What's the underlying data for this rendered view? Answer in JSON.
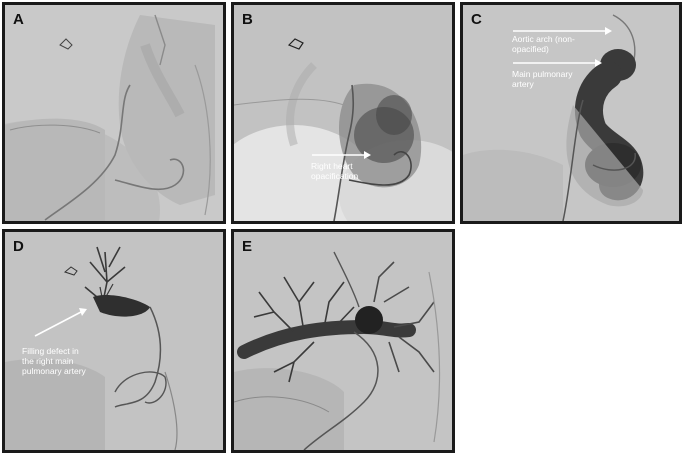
{
  "panels": [
    {
      "label": "A",
      "annotations": []
    },
    {
      "label": "B",
      "annotations": [
        {
          "text_lines": [
            "Right heart",
            "opacification"
          ]
        }
      ]
    },
    {
      "label": "C",
      "annotations": [
        {
          "text_lines": [
            "Aortic arch (non-",
            "opacified)"
          ]
        },
        {
          "text_lines": [
            "Main pulmonary",
            "artery"
          ]
        }
      ]
    },
    {
      "label": "D",
      "annotations": [
        {
          "text_lines": [
            "Filling defect in",
            "the right main",
            "pulmonary artery"
          ]
        }
      ]
    },
    {
      "label": "E",
      "annotations": []
    }
  ],
  "colors": {
    "frame": "#1a1a1a",
    "background": "#c8c8c8",
    "contrast": "#2e2e2e",
    "annotation": "#ffffff"
  }
}
